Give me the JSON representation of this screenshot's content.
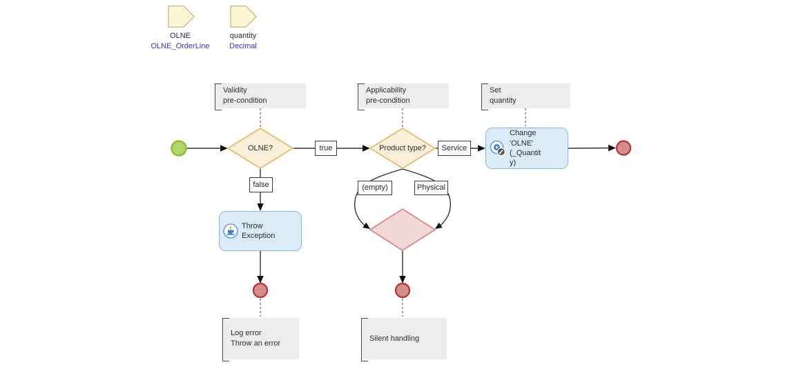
{
  "diagram": {
    "kind": "microflow-diagram"
  },
  "parameters": [
    {
      "name": "OLNE",
      "type": "OLNE_OrderLine"
    },
    {
      "name": "quantity",
      "type": "Decimal"
    }
  ],
  "annotations": {
    "validity": "Validity\npre-condition",
    "applicability": "Applicability\npre-condition",
    "set_quantity": "Set\nquantity",
    "log_error": "Log error\nThrow an error",
    "silent": "Silent handling"
  },
  "nodes": {
    "decision1": "OLNE?",
    "decision2": "Product type?",
    "change": "Change\n'OLNE' (_Quantit\ny)",
    "throw": "Throw Exception"
  },
  "edge_labels": {
    "true": "true",
    "false": "false",
    "service": "Service",
    "empty": "(empty)",
    "physical": "Physical"
  },
  "colors": {
    "decision_fill": "#faf0da",
    "decision_border": "#e2c080",
    "merge_fill": "#f1d7d7",
    "merge_border": "#d89191",
    "activity_fill": "#dcebf8",
    "activity_border": "#89b7e1",
    "start_fill": "#b3d36d",
    "start_border": "#8cbf3c",
    "end_fill": "#d68c8c",
    "end_border": "#b13c3c",
    "parameter_fill": "#fbf6d3",
    "parameter_border": "#cfc091",
    "annotation_bg": "#ededed",
    "annotation_bracket": "#4a4a4a",
    "type_text": "#3333cc",
    "edge": "#303030",
    "dashed_edge": "#7a7a7a"
  }
}
